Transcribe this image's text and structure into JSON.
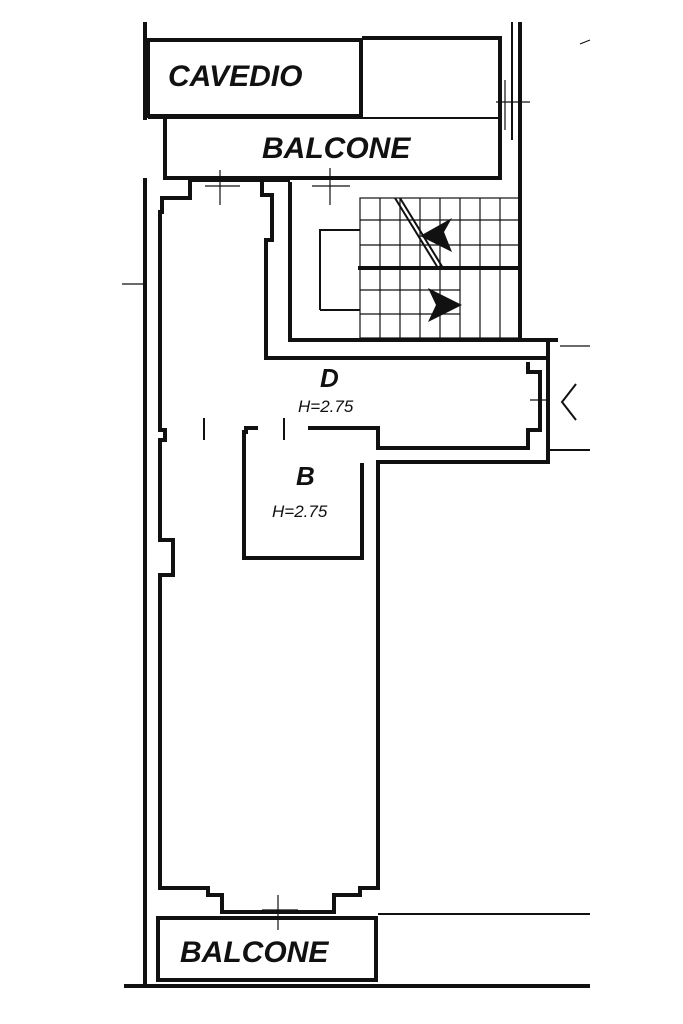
{
  "rooms": {
    "cavedio": {
      "label": "CAVEDIO"
    },
    "balcone_top": {
      "label": "BALCONE"
    },
    "balcone_bottom": {
      "label": "BALCONE"
    },
    "room_d": {
      "label": "D",
      "height": "H=2.75"
    },
    "room_b": {
      "label": "B",
      "height": "H=2.75"
    }
  },
  "colors": {
    "ink": "#111111",
    "paper": "#ffffff"
  }
}
